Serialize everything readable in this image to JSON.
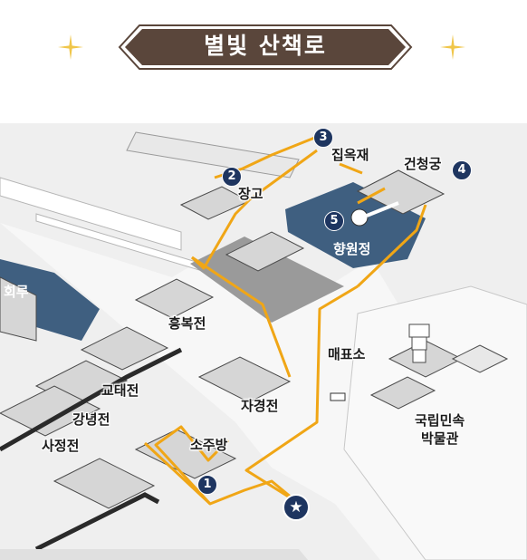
{
  "banner": {
    "title": "별빛 산책로"
  },
  "markers": [
    {
      "number": "1",
      "name": "소주방"
    },
    {
      "number": "2",
      "name": "장고"
    },
    {
      "number": "3",
      "name": "집옥재"
    },
    {
      "number": "4",
      "name": "건청궁"
    },
    {
      "number": "5",
      "name": "향원정"
    }
  ],
  "start": {
    "icon": "star-icon",
    "glyph": "★"
  },
  "places": {
    "heungbokjeon": "흥복전",
    "jagyeongjeon": "자경전",
    "gyotaejeon": "교태전",
    "gangnyeongjeon": "강녕전",
    "sajeongjeon": "사정전",
    "ticket": "매표소",
    "museum_line1": "국립민속",
    "museum_line2": "박물관",
    "gyeonghoeru_partial": "회루"
  },
  "colors": {
    "route": "#f0a616",
    "pond": "#3f5f80",
    "banner": "#5a463b",
    "marker": "#1e3560",
    "ground": "#f2f2f2"
  }
}
